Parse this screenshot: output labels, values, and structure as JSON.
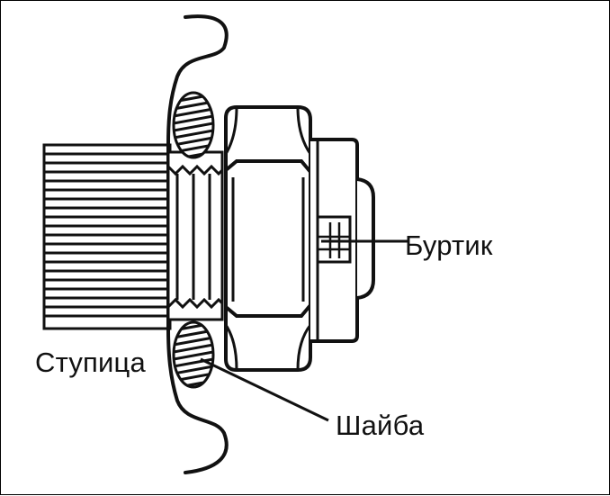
{
  "diagram": {
    "labels": {
      "hub": "Ступица",
      "collar": "Буртик",
      "washer": "Шайба"
    },
    "colors": {
      "ink": "#111111",
      "background": "#ffffff"
    }
  }
}
